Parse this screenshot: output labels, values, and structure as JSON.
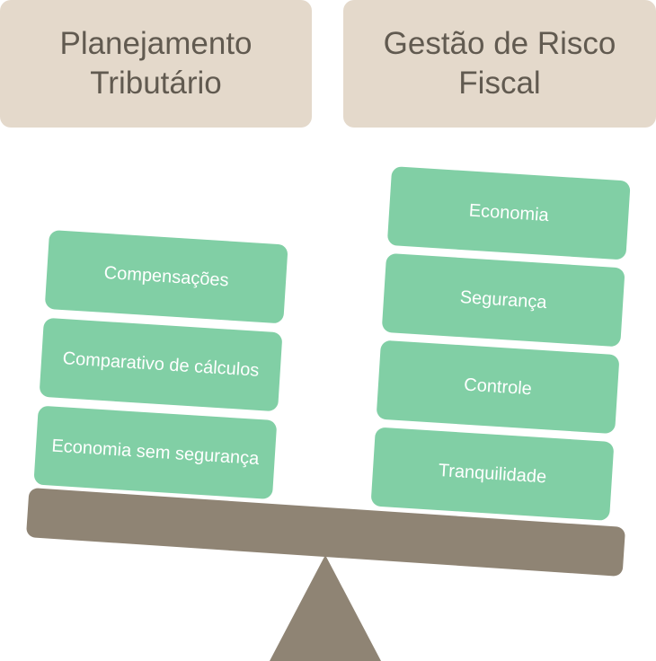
{
  "headers": {
    "left": "Planejamento\nTributário",
    "right": "Gestão de Risco\nFiscal"
  },
  "left_stack": {
    "items": [
      "Compensações",
      "Comparativo de cálculos",
      "Economia sem segurança"
    ]
  },
  "right_stack": {
    "items": [
      "Economia",
      "Segurança",
      "Controle",
      "Tranquilidade"
    ]
  },
  "colors": {
    "header_bg": "#e4d9cb",
    "header_text": "#615a50",
    "card_bg": "#81cfa5",
    "card_text": "#ffffff",
    "scale": "#8f8474"
  }
}
